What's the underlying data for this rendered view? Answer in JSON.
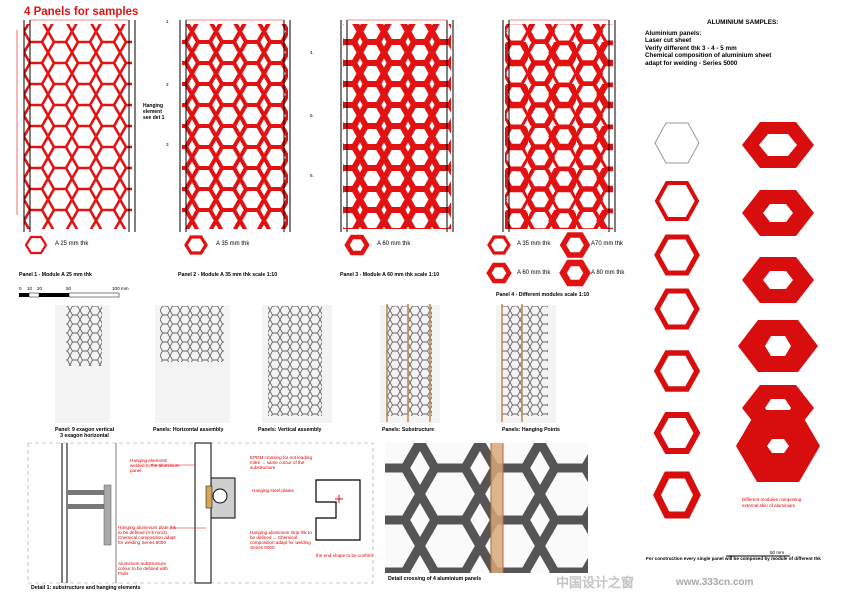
{
  "title": "4 Panels for samples",
  "panels": [
    {
      "caption": "Panel 1 - Module A 25 mm thk",
      "legend": "A 25 mm thk",
      "marks": [
        "1",
        "2",
        "3"
      ]
    },
    {
      "caption": "Panel 2 - Module A 35 mm thk scale 1:10",
      "legend": "A 35 mm thk",
      "marks": [
        "4.",
        "5.",
        "6."
      ]
    },
    {
      "caption": "Panel 3 - Module A 60 mm thk scale 1:10",
      "legend": "A 60 mm thk"
    },
    {
      "caption": "Panel 4 - Different modules scale 1:10",
      "legends": [
        "A 35 mm thk",
        "A70 mm thk",
        "A 60 mm thk",
        "A 80 mm thk"
      ]
    }
  ],
  "hanging_note": [
    "Hanging",
    "element",
    "see det 1"
  ],
  "scale_bar": {
    "labels": [
      "0",
      "10",
      "20",
      "50",
      "100 mm"
    ]
  },
  "aluminium": {
    "title": "ALUMINIUM SAMPLES:",
    "lines": [
      "Aluminium panels:",
      "Laser cut sheet",
      "Verify different thk 3 - 4 - 5 mm",
      "Chemical composition of aluminium sheet",
      "adapt for welding - Series 5000"
    ],
    "note_red": [
      "Different modules composing",
      "external skin of aluminium"
    ],
    "footer": "For construction every single panel will be composed by module of different thk",
    "scale_label": "50 mm"
  },
  "renders": [
    {
      "caption": [
        "Panel: 9 exagon vertical",
        "3 exagon horizontal"
      ]
    },
    {
      "caption": [
        "Panels: Horizontal assembly"
      ]
    },
    {
      "caption": [
        "Panels: Vertical assembly"
      ]
    },
    {
      "caption": [
        "Panels: Substructure"
      ]
    },
    {
      "caption": [
        "Panels: Hanging Points"
      ]
    }
  ],
  "detail1": {
    "caption": "Detail 1: substructure and hanging elements",
    "notes": [
      "Hanging elements welded to the aluminium panel",
      "Hanging aluminium plate thk to be defined (4-5 mm2) Chemical composition adapt for welding Series 5000",
      "Aluminium substructure colour to be defined with Paris",
      "EPDM crossing for not leading mitre ... same colour of the substructure",
      "Hanging steel plates",
      "Hanging aluminium strip thk to be defined ... Chemical composition adapt for welding Series 5000",
      "the end shape to be confirm"
    ]
  },
  "detail2": {
    "caption": "Detail crossing of 4 aluminium panels"
  },
  "watermark": {
    "cn": "中国设计之窗",
    "site": "www.333cn.com"
  },
  "colors": {
    "accent": "#e31212",
    "grey": "#555555"
  }
}
